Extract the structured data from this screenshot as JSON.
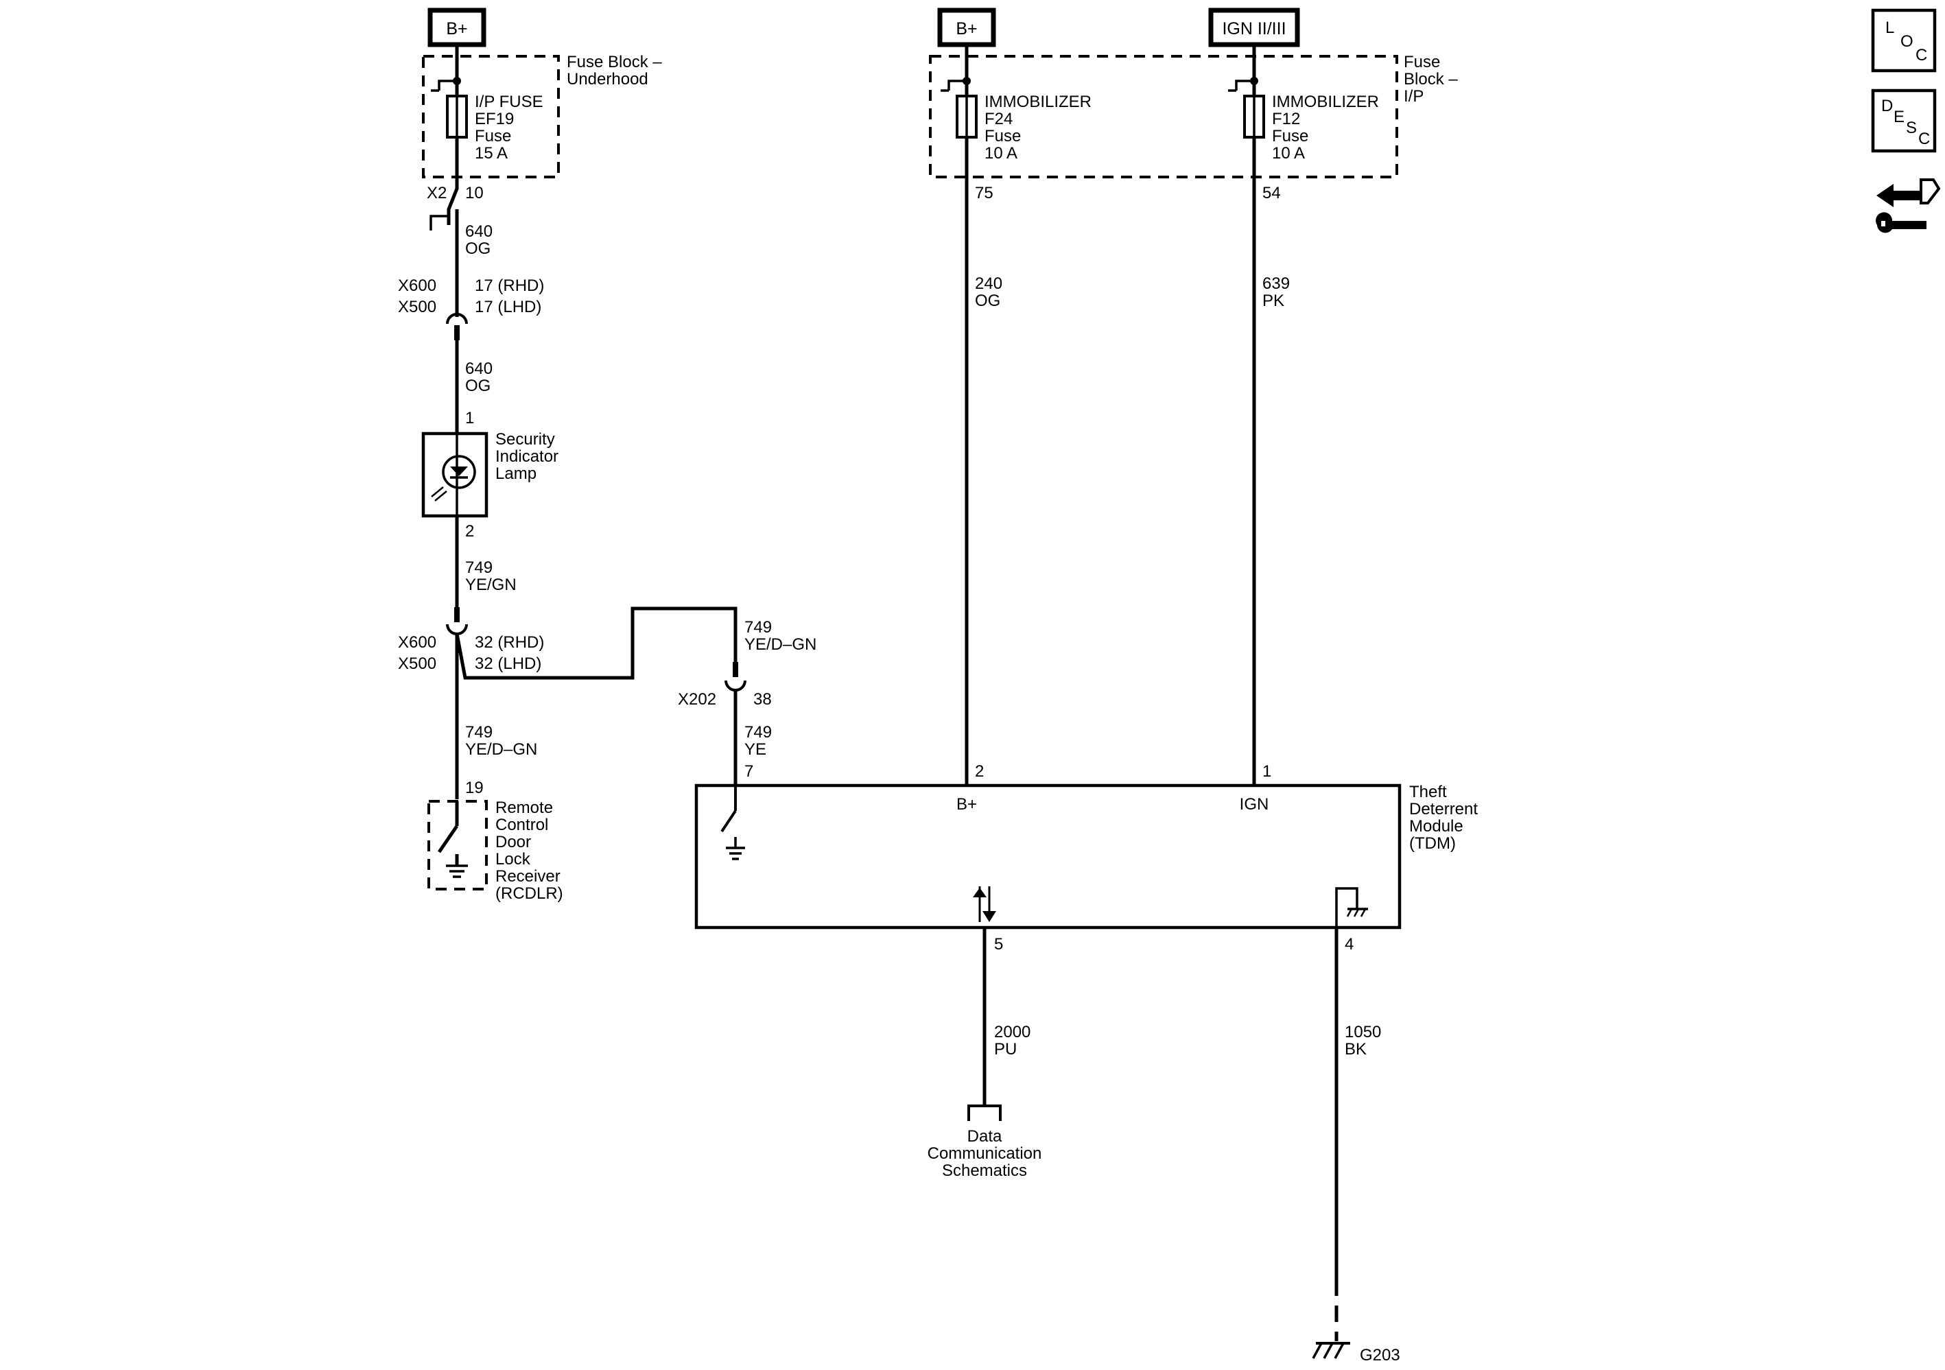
{
  "power_sources": {
    "bplus_left": "B+",
    "bplus_mid": "B+",
    "ign": "IGN II/III"
  },
  "fuse_blocks": {
    "underhood_line1": "Fuse Block –",
    "underhood_line2": "Underhood",
    "ip_line1": "Fuse",
    "ip_line2": "Block –",
    "ip_line3": "I/P"
  },
  "fuses": [
    {
      "line1": "I/P FUSE",
      "line2": "EF19",
      "line3": "Fuse",
      "line4": "15 A"
    },
    {
      "line1": "IMMOBILIZER",
      "line2": "F24",
      "line3": "Fuse",
      "line4": "10 A"
    },
    {
      "line1": "IMMOBILIZER",
      "line2": "F12",
      "line3": "Fuse",
      "line4": "10 A"
    }
  ],
  "connectors": {
    "x2": "X2",
    "x2_pin": "10",
    "x600_a": "X600",
    "x500_a": "X500",
    "rhd_a": "17 (RHD)",
    "lhd_a": "17 (LHD)",
    "x600_b": "X600",
    "x500_b": "X500",
    "rhd_b": "32 (RHD)",
    "lhd_b": "32 (LHD)",
    "x202": "X202",
    "x202_pin": "38",
    "pin_75": "75",
    "pin_54": "54"
  },
  "wires": {
    "w640a_num": "640",
    "w640a_col": "OG",
    "w640b_num": "640",
    "w640b_col": "OG",
    "w749a_num": "749",
    "w749a_col": "YE/GN",
    "w749b_num": "749",
    "w749b_col": "YE/D–GN",
    "w749c_num": "749",
    "w749c_col": "YE/D–GN",
    "w749d_num": "749",
    "w749d_col": "YE",
    "w240_num": "240",
    "w240_col": "OG",
    "w639_num": "639",
    "w639_col": "PK",
    "w2000_num": "2000",
    "w2000_col": "PU",
    "w1050_num": "1050",
    "w1050_col": "BK"
  },
  "lamp": {
    "pin_top": "1",
    "pin_bottom": "2",
    "line1": "Security",
    "line2": "Indicator",
    "line3": "Lamp"
  },
  "rcdlr": {
    "pin": "19",
    "line1": "Remote",
    "line2": "Control",
    "line3": "Door",
    "line4": "Lock",
    "line5": "Receiver",
    "line6": "(RCDLR)"
  },
  "tdm": {
    "line1": "Theft",
    "line2": "Deterrent",
    "line3": "Module",
    "line4": "(TDM)",
    "pin_7": "7",
    "pin_2": "2",
    "pin_1": "1",
    "pin_5": "5",
    "pin_4": "4",
    "bplus_label": "B+",
    "ign_label": "IGN"
  },
  "data_comm": {
    "line1": "Data",
    "line2": "Communication",
    "line3": "Schematics"
  },
  "ground": {
    "label": "G203"
  },
  "side_icons": {
    "loc": {
      "l": "L",
      "o": "O",
      "c": "C"
    },
    "desc": {
      "d": "D",
      "e": "E",
      "s": "S",
      "c": "C"
    }
  }
}
